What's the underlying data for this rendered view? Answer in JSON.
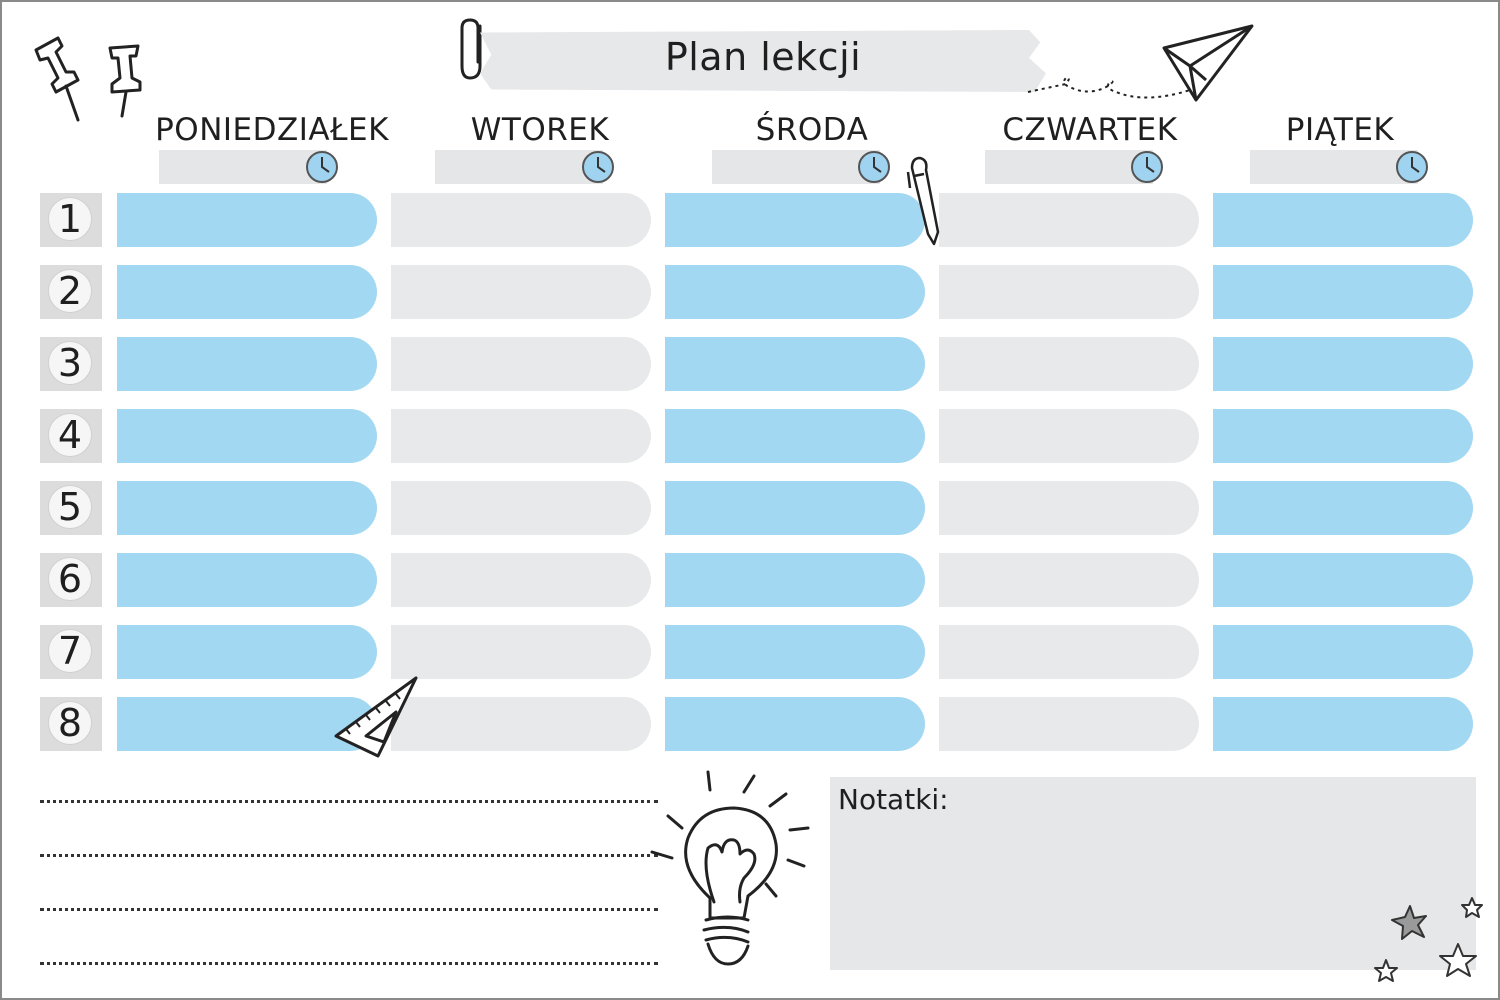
{
  "title": "Plan lekcji",
  "days": [
    "PONIEDZIAŁEK",
    "WTOREK",
    "ŚRODA",
    "CZWARTEK",
    "PIĄTEK"
  ],
  "lessons": [
    "1",
    "2",
    "3",
    "4",
    "5",
    "6",
    "7",
    "8"
  ],
  "notes_label": "Notatki:",
  "colors": {
    "blue_cell": "#a3d8f3",
    "gray_cell": "#e8e9ea",
    "clock": "#9fd3f0"
  },
  "icons": [
    "pushpin-icon",
    "paperclip-icon",
    "paper-plane-icon",
    "clock-icon",
    "pen-icon",
    "triangle-ruler-icon",
    "lightbulb-icon",
    "star-icon"
  ]
}
